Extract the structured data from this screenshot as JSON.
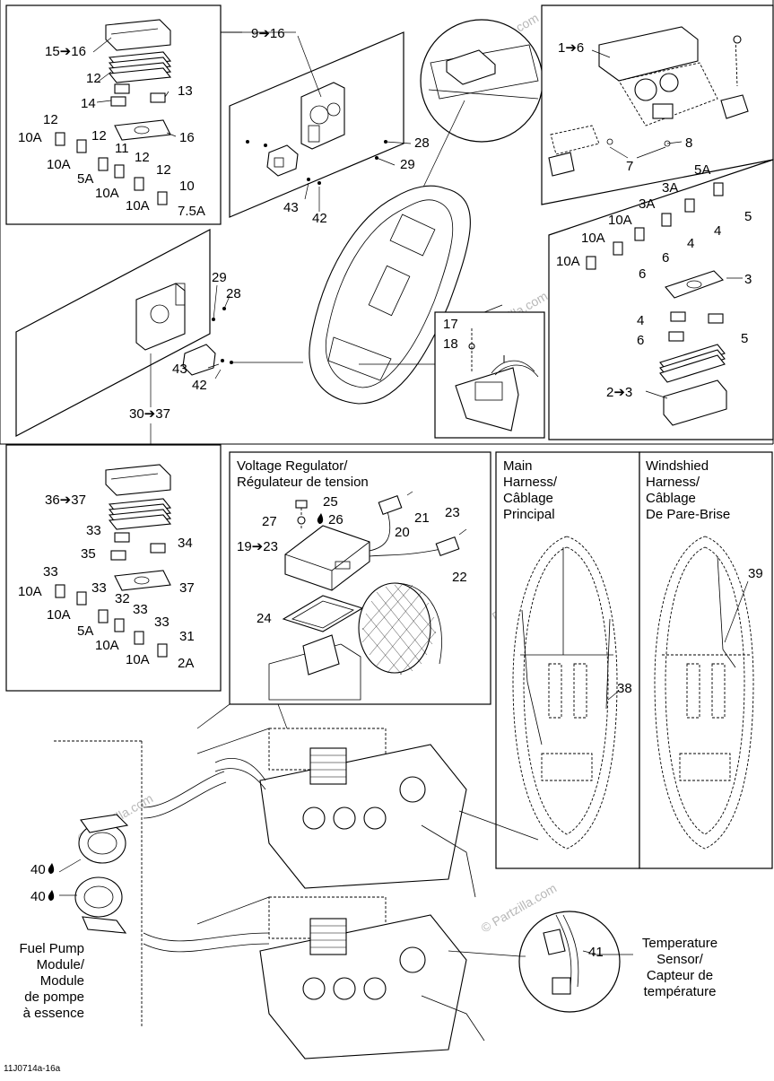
{
  "watermark": "© Partzilla.com",
  "diagram_code": "11J0714a-16a",
  "fuse_box_top_left": {
    "labels": [
      "15➔16",
      "12",
      "14",
      "13",
      "12",
      "16",
      "10A",
      "12",
      "10A",
      "11",
      "5A",
      "12",
      "12",
      "10A",
      "10",
      "10A",
      "7.5A"
    ]
  },
  "bracket_top": {
    "range": "9➔16",
    "labels": [
      "28",
      "29",
      "43",
      "42"
    ]
  },
  "right_top": {
    "range": "1➔6",
    "labels": [
      "8",
      "7"
    ]
  },
  "fuse_right": {
    "labels": [
      "5A",
      "3A",
      "3A",
      "10A",
      "5",
      "4",
      "10A",
      "4",
      "10A",
      "6",
      "6",
      "3",
      "4",
      "5",
      "6",
      "2➔3"
    ]
  },
  "bracket_mid": {
    "labels": [
      "29",
      "28",
      "43",
      "42",
      "30➔37"
    ]
  },
  "terminal_block": {
    "labels": [
      "17",
      "18"
    ]
  },
  "fuse_box_bottom_left": {
    "labels": [
      "36➔37",
      "33",
      "35",
      "34",
      "33",
      "37",
      "10A",
      "33",
      "10A",
      "32",
      "5A",
      "33",
      "33",
      "10A",
      "31",
      "10A",
      "2A"
    ]
  },
  "voltage_regulator": {
    "title_line1": "Voltage Regulator/",
    "title_line2": "Régulateur de tension",
    "labels": [
      "25",
      "27",
      "26",
      "21",
      "23",
      "20",
      "19➔23",
      "22",
      "24"
    ]
  },
  "main_harness": {
    "title_lines": [
      "Main",
      "Harness/",
      "Câblage",
      "Principal"
    ],
    "label": "38"
  },
  "windshield_harness": {
    "title_lines": [
      "Windshied",
      "Harness/",
      "Câblage",
      "De Pare-Brise"
    ],
    "label": "39"
  },
  "fuel_pump": {
    "labels": [
      "40",
      "40"
    ],
    "caption_lines": [
      "Fuel Pump",
      "Module/",
      "Module",
      "de pompe",
      "à essence"
    ]
  },
  "temperature_sensor": {
    "label": "41",
    "caption_lines": [
      "Temperature",
      "Sensor/",
      "Capteur de",
      "température"
    ]
  }
}
